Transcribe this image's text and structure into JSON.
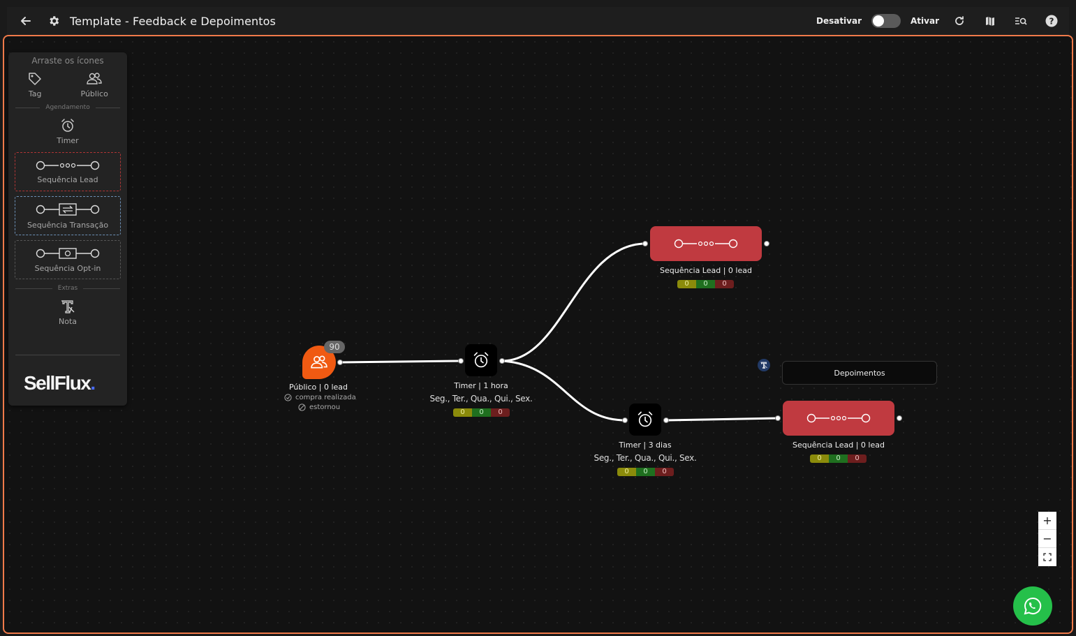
{
  "header": {
    "title": "Template - Feedback e Depoimentos",
    "deactivate_label": "Desativar",
    "activate_label": "Ativar"
  },
  "palette": {
    "heading": "Arraste os ícones",
    "items": [
      {
        "label": "Tag",
        "icon": "tag-icon"
      },
      {
        "label": "Público",
        "icon": "users-icon"
      }
    ],
    "section_scheduling": "Agendamento",
    "timer_label": "Timer",
    "sequences": [
      {
        "label": "Sequência Lead",
        "border": "#b03535"
      },
      {
        "label": "Sequência Transação",
        "border": "#6b8fb5"
      },
      {
        "label": "Sequência Opt-in",
        "border": "#555555"
      }
    ],
    "section_extras": "Extras",
    "note_label": "Nota",
    "logo_text": "SellFlux",
    "logo_dot": "."
  },
  "flow": {
    "publico": {
      "badge": "90",
      "label": "Público | 0 lead",
      "cond1": "compra realizada",
      "cond2": "estornou"
    },
    "timer1": {
      "label": "Timer | 1 hora",
      "days": "Seg., Ter., Qua., Qui., Sex.",
      "counts": [
        "0",
        "0",
        "0"
      ]
    },
    "seq1": {
      "label": "Sequência Lead | 0 lead",
      "counts": [
        "0",
        "0",
        "0"
      ]
    },
    "timer2": {
      "label": "Timer | 3 dias",
      "days": "Seg., Ter., Qua., Qui., Sex.",
      "counts": [
        "0",
        "0",
        "0"
      ]
    },
    "seq2": {
      "label": "Sequência Lead | 0 lead",
      "counts": [
        "0",
        "0",
        "0"
      ]
    },
    "note": {
      "text": "Depoimentos"
    }
  },
  "zoom": {
    "in": "+",
    "out": "−"
  },
  "colors": {
    "accent_border": "#f07a4a",
    "sequence_node": "#c03a40",
    "publico_node": "#f05a12",
    "whatsapp": "#25c04a"
  }
}
